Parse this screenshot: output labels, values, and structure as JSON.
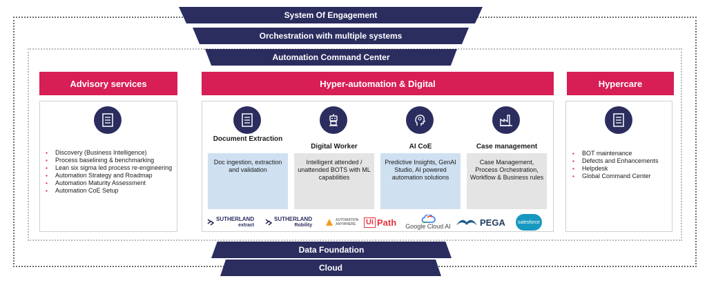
{
  "layers": {
    "engagement": "System Of Engagement",
    "orchestration": "Orchestration with multiple systems",
    "command_center": "Automation Command Center",
    "data_foundation": "Data Foundation",
    "cloud": "Cloud"
  },
  "advisory": {
    "title": "Advisory services",
    "icon": "checklist-icon",
    "items": [
      "Discovery (Business Intelligence)",
      "Process baselining & benchmarking",
      "Lean six sigma led process re-engineering",
      "Automation Strategy and Roadmap",
      "Automation Maturity Assessment",
      "Automation CoE Setup"
    ]
  },
  "hyper": {
    "title": "Hyper-automation & Digital",
    "columns": [
      {
        "title": "Document Extraction",
        "icon": "checklist-icon",
        "body": "Doc ingestion, extraction and validation"
      },
      {
        "title": "Digital Worker",
        "icon": "robot-icon",
        "body": "Intelligent attended / unattended BOTS with ML capabilities"
      },
      {
        "title": "AI CoE",
        "icon": "ai-head-icon",
        "body": "Predictive Insights, GenAI Studio, AI powered automation solutions"
      },
      {
        "title": "Case management",
        "icon": "factory-icon",
        "body": "Case Management, Process Orchestration, Workflow & Business rules"
      }
    ],
    "logos": {
      "sutherland_extract": {
        "name": "SUTHERLAND",
        "sub": "extract"
      },
      "sutherland_robility": {
        "name": "SUTHERLAND",
        "sub": "Robility"
      },
      "automation_anywhere": {
        "name": "AUTOMATION ANYWHERE"
      },
      "uipath": {
        "ui": "Ui",
        "path": "Path"
      },
      "google_cloud_ai": {
        "name": "Google Cloud AI"
      },
      "pega": {
        "name": "PEGA"
      },
      "salesforce": {
        "name": "salesforce"
      }
    }
  },
  "hypercare": {
    "title": "Hypercare",
    "icon": "checklist-icon",
    "items": [
      "BOT maintenance",
      "Defects and Enhancements",
      "Helpdesk",
      "Global Command Center"
    ]
  },
  "colors": {
    "navy": "#2b2d5f",
    "pink": "#d71e55",
    "light_blue": "#cfe0f1",
    "light_grey": "#e4e4e4"
  }
}
